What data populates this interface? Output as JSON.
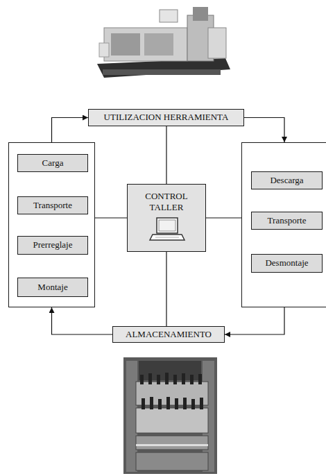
{
  "diagram": {
    "nodes": [
      {
        "text": [
          "UTILIZACION HERRAMIENTA"
        ]
      },
      {
        "text": []
      },
      {
        "text": [
          "Carga"
        ],
        "in": 1
      },
      {
        "text": [
          "Transporte"
        ],
        "in": 1
      },
      {
        "text": [
          "Prerreglaje"
        ],
        "in": 1
      },
      {
        "text": [
          "Montaje"
        ],
        "in": 1
      },
      {
        "text": [
          "CONTROL TALLER"
        ]
      },
      {
        "text": []
      },
      {
        "text": [
          "Descarga"
        ],
        "in": 7
      },
      {
        "text": [
          "Transporte"
        ],
        "in": 7
      },
      {
        "text": [
          "Desmontaje"
        ],
        "in": 7
      },
      {
        "text": [
          "ALMACENAMIENTO"
        ]
      }
    ],
    "edges": [
      {
        "from": 1,
        "to": 0,
        "arrow": "to"
      },
      {
        "from": 0,
        "to": 7,
        "arrow": "to"
      },
      {
        "from": 7,
        "to": 11,
        "arrow": "to"
      },
      {
        "from": 11,
        "to": 1,
        "arrow": "to"
      },
      {
        "from": 5,
        "to": 4,
        "arrow": "to"
      },
      {
        "from": 4,
        "to": 3,
        "arrow": "to"
      },
      {
        "from": 3,
        "to": 2,
        "arrow": "to"
      },
      {
        "from": 8,
        "to": 9,
        "arrow": "to"
      },
      {
        "from": 9,
        "to": 10,
        "arrow": "to"
      },
      {
        "from": 6,
        "to": 0,
        "arrow": "none"
      },
      {
        "from": 6,
        "to": 11,
        "arrow": "none"
      },
      {
        "from": 6,
        "to": 1,
        "arrow": "none"
      },
      {
        "from": 6,
        "to": 7,
        "arrow": "none"
      }
    ]
  }
}
